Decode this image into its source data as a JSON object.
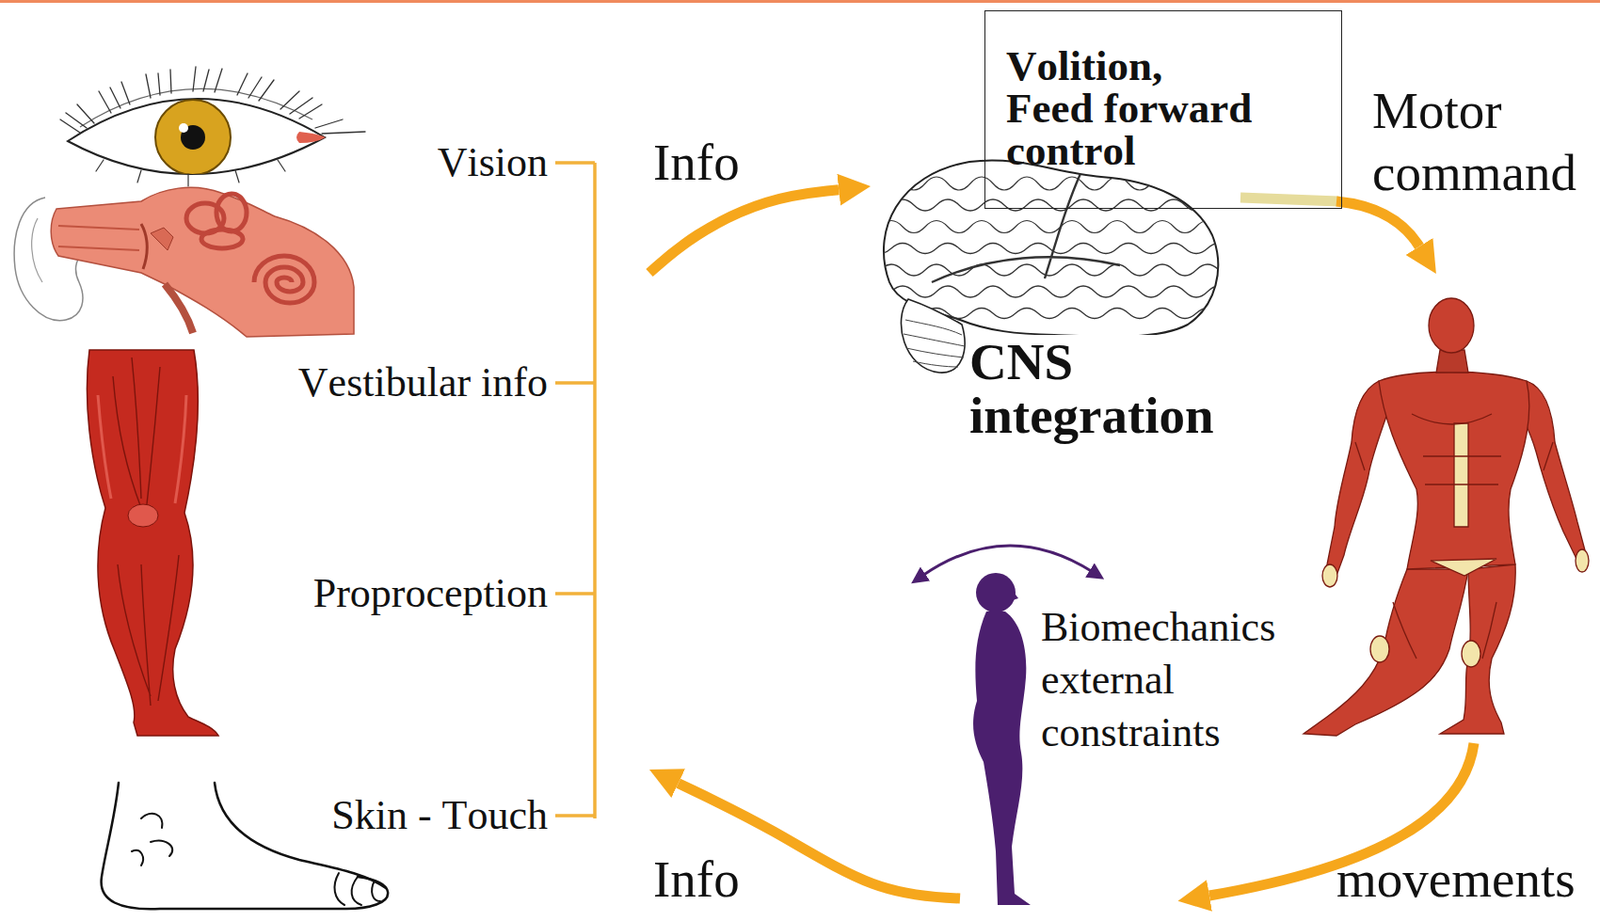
{
  "diagram": {
    "nodes": [
      {
        "text": [
          "Vision",
          "Vestibular info",
          "Proproception",
          "Skin - Touch"
        ]
      },
      {
        "text": [
          "Volition, Feed forward control"
        ]
      },
      {
        "text": [
          "CNS integration"
        ]
      },
      {
        "text": [
          "Biomechanics external constraints"
        ]
      }
    ],
    "edges": [
      {
        "from": 0,
        "to": 2,
        "label": "Info",
        "arrow": "to"
      },
      {
        "from": 3,
        "to": 0,
        "label": "Info",
        "arrow": "to"
      }
    ],
    "labels": [
      "Motor command",
      "movements"
    ]
  }
}
